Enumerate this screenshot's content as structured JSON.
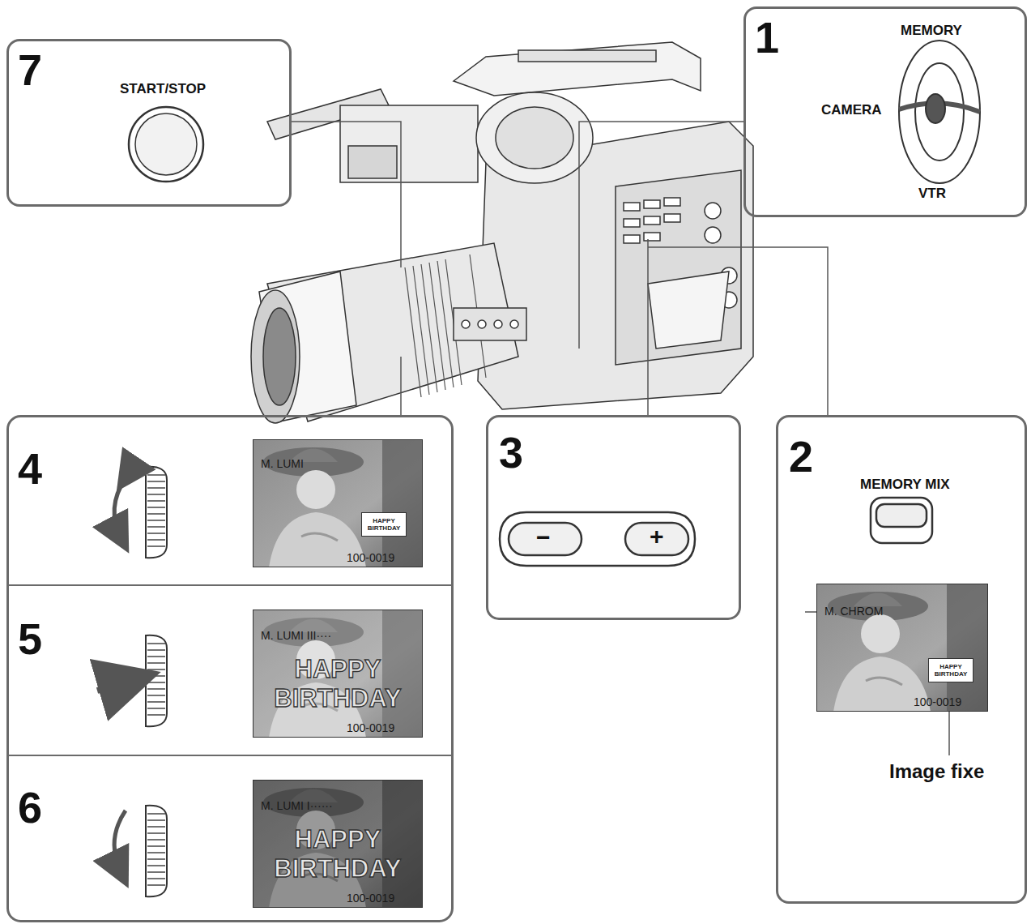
{
  "diagram": {
    "nodes": [
      {
        "text": [
          "7",
          "START/STOP"
        ]
      },
      {
        "text": [
          "1",
          "MEMORY",
          "CAMERA",
          "VTR"
        ]
      },
      {
        "text": [
          "4"
        ]
      },
      {
        "text": [
          "M. LUMI",
          "HAPPY BIRTHDAY",
          "100-0019"
        ],
        "in": 2
      },
      {
        "text": [
          "3",
          "−",
          "+"
        ]
      },
      {
        "text": [
          "2",
          "MEMORY MIX",
          "Image fixe"
        ]
      },
      {
        "text": [
          "M. CHROM",
          "HAPPY BIRTHDAY",
          "100-0019"
        ],
        "in": 5
      },
      {
        "text": [
          "5"
        ]
      },
      {
        "text": [
          "M. LUMI III····",
          "HAPPY BIRTHDAY",
          "100-0019"
        ],
        "in": 7
      },
      {
        "text": [
          "6"
        ]
      },
      {
        "text": [
          "M. LUMI I······",
          "HAPPY BIRTHDAY",
          "100-0019"
        ],
        "in": 9
      }
    ]
  }
}
